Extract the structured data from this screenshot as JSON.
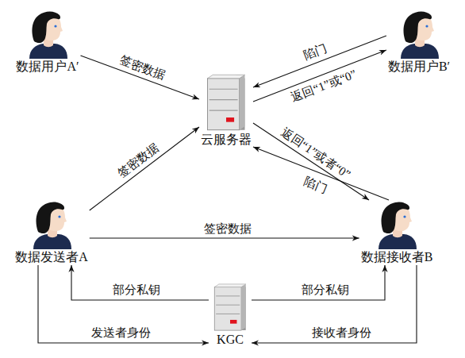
{
  "diagram": {
    "nodes": [
      {
        "text": [
          "数据用户A′"
        ]
      },
      {
        "text": [
          "云服务器"
        ]
      },
      {
        "text": [
          "数据用户B′"
        ]
      },
      {
        "text": [
          "数据发送者A"
        ]
      },
      {
        "text": [
          "数据接收者B"
        ]
      },
      {
        "text": [
          "KGC"
        ]
      }
    ],
    "edges": [
      {
        "from": 0,
        "to": 1,
        "label": "签密数据",
        "arrow": "to"
      },
      {
        "from": 2,
        "to": 1,
        "label": "陷门",
        "arrow": "to"
      },
      {
        "from": 1,
        "to": 2,
        "label": "返回“1”或“0”",
        "arrow": "to"
      },
      {
        "from": 3,
        "to": 1,
        "label": "签密数据",
        "arrow": "to"
      },
      {
        "from": 1,
        "to": 4,
        "label": "返回“1”或者“0”",
        "arrow": "to"
      },
      {
        "from": 4,
        "to": 1,
        "label": "陷门",
        "arrow": "to"
      },
      {
        "from": 3,
        "to": 4,
        "label": "签密数据",
        "arrow": "to"
      },
      {
        "from": 5,
        "to": 3,
        "label": "部分私钥",
        "arrow": "to"
      },
      {
        "from": 5,
        "to": 4,
        "label": "部分私钥",
        "arrow": "to"
      },
      {
        "from": 3,
        "to": 5,
        "label": "发送者身份",
        "arrow": "to"
      },
      {
        "from": 4,
        "to": 5,
        "label": "接收者身份",
        "arrow": "to"
      }
    ]
  }
}
